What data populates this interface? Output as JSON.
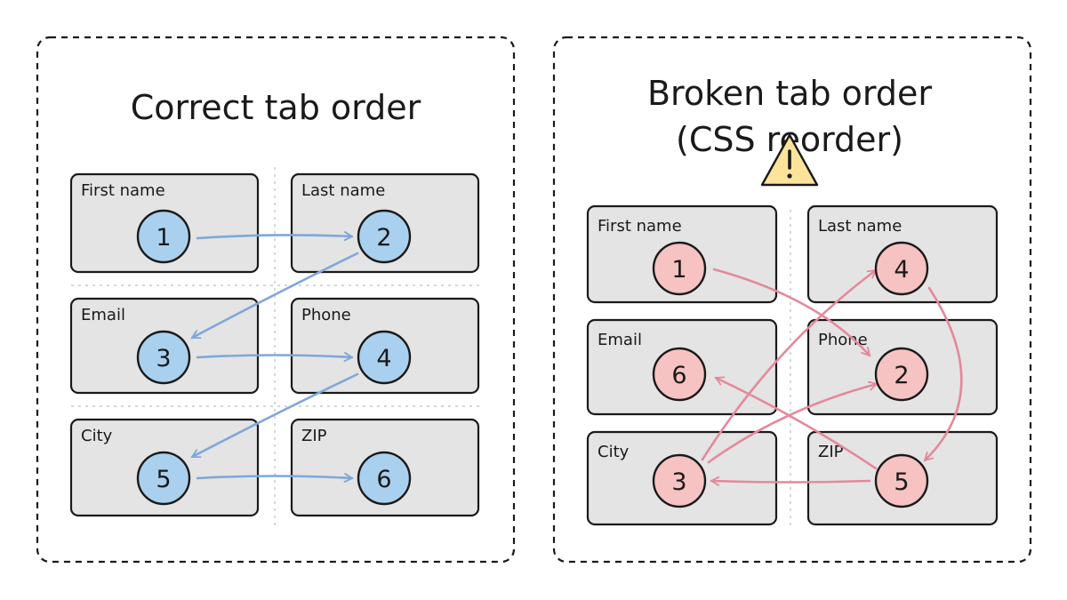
{
  "colors": {
    "ink": "#1a1a1a",
    "field_fill": "#e4e4e4",
    "correct_badge": "#a9d1ef",
    "correct_arrow": "#7fa7d9",
    "broken_badge": "#f7c2c2",
    "broken_arrow": "#e4899a",
    "warning_fill": "#fbe39a"
  },
  "panels": [
    {
      "id": "correct",
      "title_lines": [
        "Correct tab order"
      ],
      "warning_icon": null,
      "badge_color": "#a9d1ef",
      "arrow_color": "#7fa7d9",
      "fields": [
        {
          "label": "First name",
          "order": "1"
        },
        {
          "label": "Last name",
          "order": "2"
        },
        {
          "label": "Email",
          "order": "3"
        },
        {
          "label": "Phone",
          "order": "4"
        },
        {
          "label": "City",
          "order": "5"
        },
        {
          "label": "ZIP",
          "order": "6"
        }
      ]
    },
    {
      "id": "broken",
      "title_lines": [
        "Broken tab order",
        "(CSS reorder)"
      ],
      "warning_icon": "warning-triangle-icon",
      "badge_color": "#f7c2c2",
      "arrow_color": "#e4899a",
      "fields": [
        {
          "label": "First name",
          "order": "1"
        },
        {
          "label": "Last name",
          "order": "4"
        },
        {
          "label": "Email",
          "order": "6"
        },
        {
          "label": "Phone",
          "order": "2"
        },
        {
          "label": "City",
          "order": "3"
        },
        {
          "label": "ZIP",
          "order": "5"
        }
      ]
    }
  ]
}
